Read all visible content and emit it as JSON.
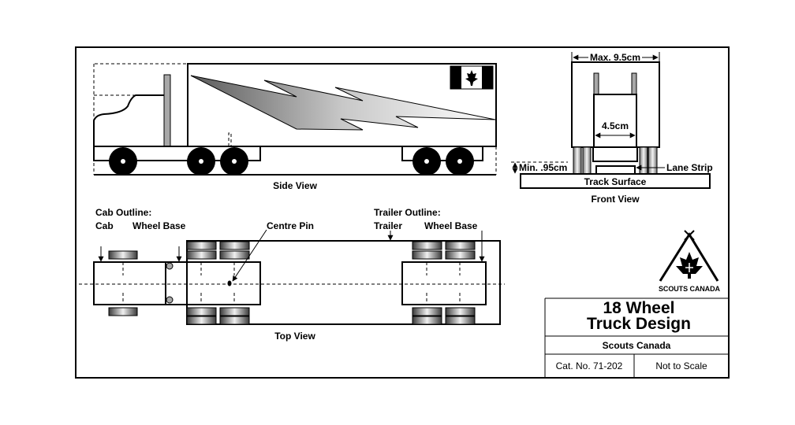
{
  "title_block": {
    "title_line1": "18 Wheel",
    "title_line2": "Truck Design",
    "organization": "Scouts Canada",
    "catalog_number": "Cat. No. 71-202",
    "scale_note": "Not to Scale",
    "logo_text": "SCOUTS CANADA"
  },
  "side_view": {
    "label": "Side View"
  },
  "front_view": {
    "label": "Front View",
    "max_width": "Max. 9.5cm",
    "inner_width": "4.5cm",
    "min_clearance": "Min. .95cm",
    "lane_strip": "Lane Strip",
    "track_surface": "Track Surface"
  },
  "top_view": {
    "label": "Top View",
    "cab_outline": "Cab Outline:",
    "cab": "Cab",
    "cab_wheel_base": "Wheel Base",
    "centre_pin": "Centre Pin",
    "trailer_outline": "Trailer Outline:",
    "trailer": "Trailer",
    "trailer_wheel_base": "Wheel Base"
  },
  "colors": {
    "line": "#000000",
    "stack_grey": "#a8a8a8",
    "background": "#ffffff"
  }
}
